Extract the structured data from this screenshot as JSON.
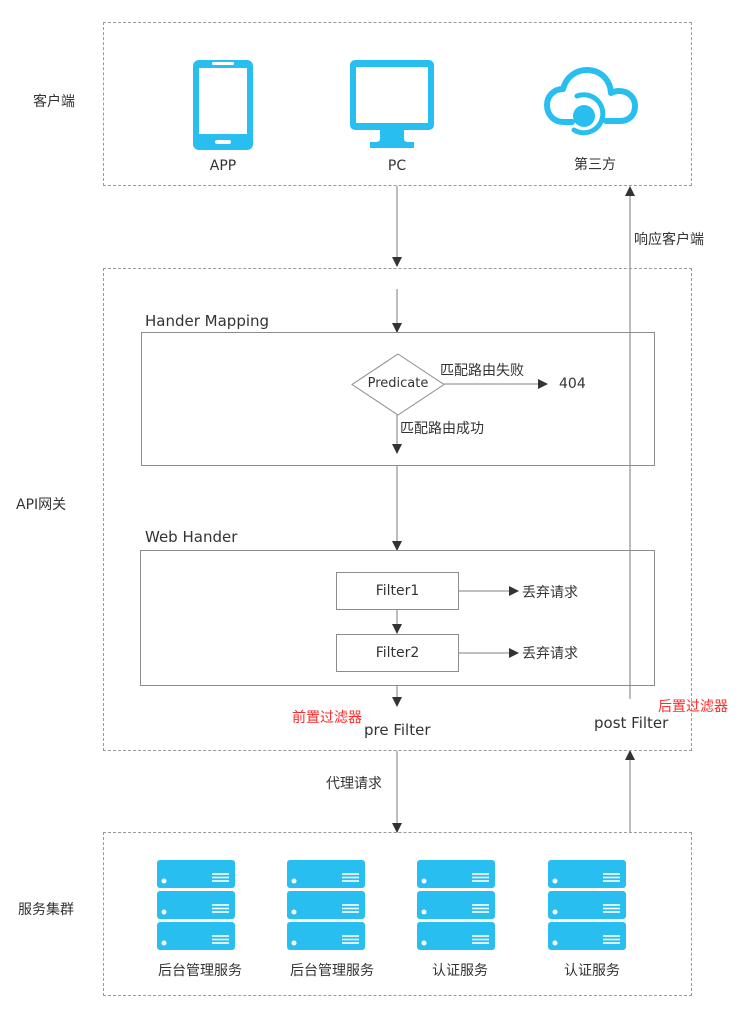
{
  "colors": {
    "icon_blue": "#29BEF0",
    "line_gray": "#8c8c8c",
    "arrow_dark": "#333333",
    "annotation_red": "#FF2A2A"
  },
  "layers": {
    "client": {
      "label": "客户端",
      "items": [
        {
          "icon": "mobile-phone-icon",
          "label": "APP"
        },
        {
          "icon": "desktop-monitor-icon",
          "label": "PC"
        },
        {
          "icon": "cloud-third-party-icon",
          "label": "第三方"
        }
      ]
    },
    "gateway": {
      "label": "API网关",
      "handler_mapping": {
        "title": "Hander Mapping",
        "decision": "Predicate",
        "fail_label": "匹配路由失败",
        "fail_result": "404",
        "success_label": "匹配路由成功"
      },
      "web_handler": {
        "title": "Web Hander",
        "filters": [
          {
            "name": "Filter1",
            "reject_label": "丢弃请求"
          },
          {
            "name": "Filter2",
            "reject_label": "丢弃请求"
          }
        ]
      },
      "pre_filter": {
        "label": "pre Filter",
        "annotation": "前置过滤器"
      },
      "post_filter": {
        "label": "post Filter",
        "annotation": "后置过滤器"
      }
    },
    "services": {
      "label": "服务集群",
      "items": [
        {
          "icon": "server-rack-icon",
          "label": "后台管理服务"
        },
        {
          "icon": "server-rack-icon",
          "label": "后台管理服务"
        },
        {
          "icon": "server-rack-icon",
          "label": "认证服务"
        },
        {
          "icon": "server-rack-icon",
          "label": "认证服务"
        }
      ]
    }
  },
  "flows": {
    "response_label": "响应客户端",
    "proxy_label": "代理请求"
  }
}
